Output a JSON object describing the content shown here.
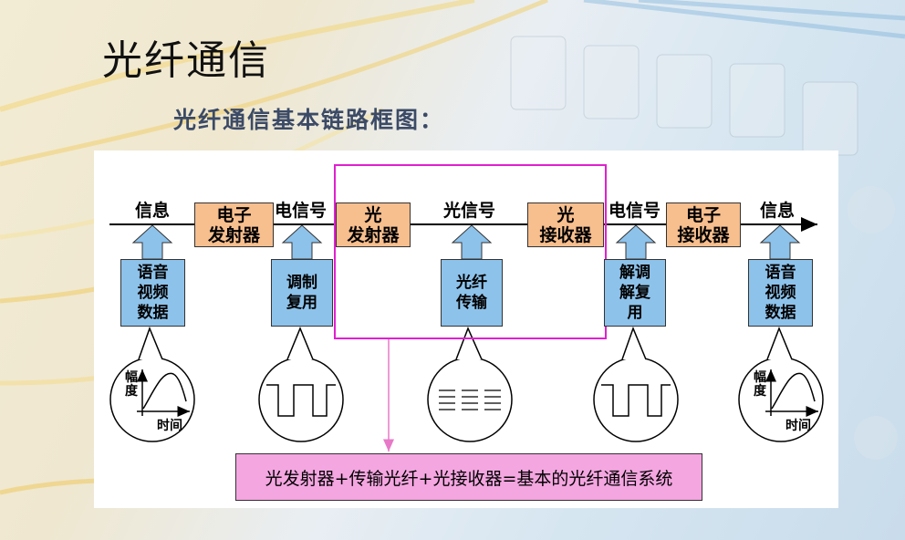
{
  "slide": {
    "title": "光纤通信",
    "subtitle": "光纤通信基本链路框图："
  },
  "diagram": {
    "signals": {
      "info_left": "信息",
      "elec_signal_left": "电信号",
      "optical_signal": "光信号",
      "elec_signal_right": "电信号",
      "info_right": "信息"
    },
    "orange_boxes": [
      {
        "line1": "电子",
        "line2": "发射器"
      },
      {
        "line1": "光",
        "line2": "发射器"
      },
      {
        "line1": "光",
        "line2": "接收器"
      },
      {
        "line1": "电子",
        "line2": "接收器"
      }
    ],
    "blue_boxes": [
      {
        "lines": [
          "语音",
          "视频",
          "数据"
        ]
      },
      {
        "lines": [
          "调制",
          "复用"
        ]
      },
      {
        "lines": [
          "光纤",
          "传输"
        ]
      },
      {
        "lines": [
          "解调",
          "解复",
          "用"
        ]
      },
      {
        "lines": [
          "语音",
          "视频",
          "数据"
        ]
      }
    ],
    "graph_axes": {
      "left_y": "幅度",
      "left_x": "时间",
      "right_y": "幅度",
      "right_x": "时间"
    },
    "summary": "光发射器+传输光纤+光接收器=基本的光纤通信系统",
    "colors": {
      "orange": "#f7be8e",
      "blue": "#8dc2ea",
      "magenta": "#e020d0",
      "pink": "#f4a6e0"
    }
  }
}
